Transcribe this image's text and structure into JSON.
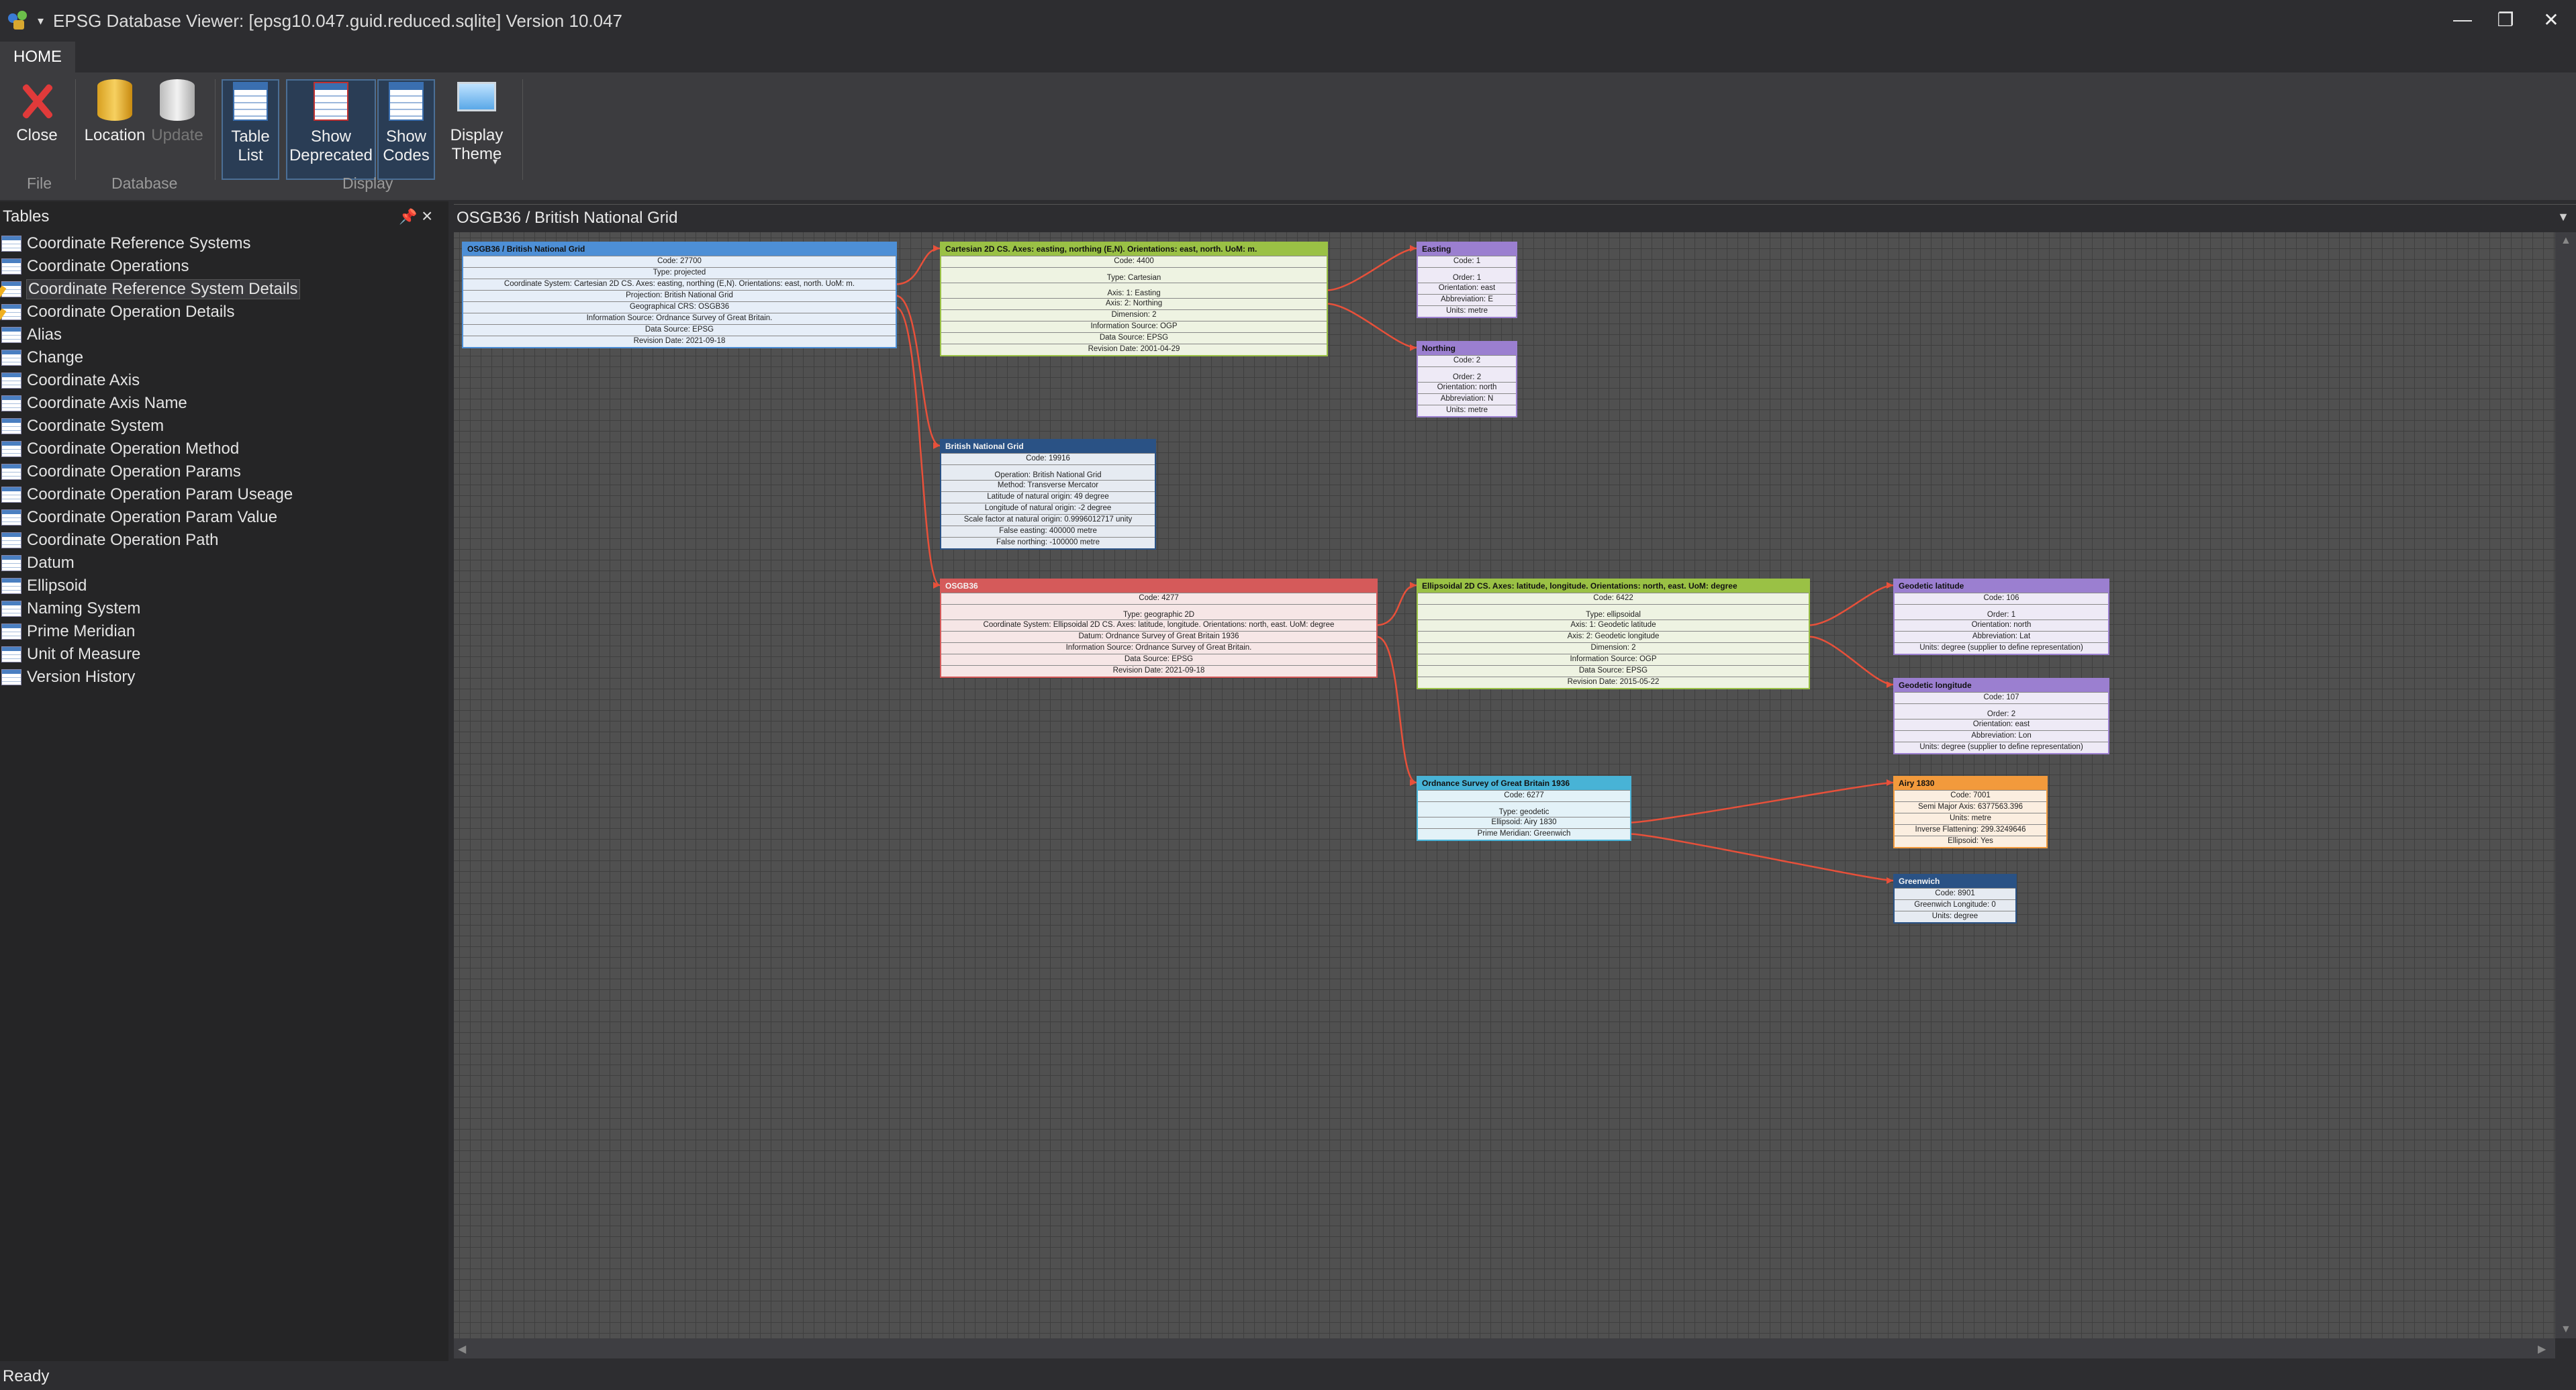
{
  "window": {
    "title": "EPSG Database Viewer: [epsg10.047.guid.reduced.sqlite] Version 10.047",
    "minimize": "—",
    "restore": "❐",
    "close": "✕"
  },
  "ribbon": {
    "tab": "HOME",
    "buttons": {
      "close": "Close",
      "location": "Location",
      "update": "Update",
      "table_list_1": "Table",
      "table_list_2": "List",
      "show_deprecated_1": "Show",
      "show_deprecated_2": "Deprecated",
      "show_codes_1": "Show",
      "show_codes_2": "Codes",
      "display_theme_1": "Display",
      "display_theme_2": "Theme"
    },
    "groups": {
      "file": "File",
      "database": "Database",
      "display": "Display"
    }
  },
  "panel": {
    "title": "Tables",
    "items": [
      {
        "label": "Coordinate Reference Systems",
        "icon": "table-icon"
      },
      {
        "label": "Coordinate Operations",
        "icon": "table-icon"
      },
      {
        "label": "Coordinate Reference System Details",
        "icon": "edit-table-icon",
        "selected": true
      },
      {
        "label": "Coordinate Operation Details",
        "icon": "edit-table-icon"
      },
      {
        "label": "Alias",
        "icon": "table-icon"
      },
      {
        "label": "Change",
        "icon": "table-icon"
      },
      {
        "label": "Coordinate Axis",
        "icon": "table-icon"
      },
      {
        "label": "Coordinate Axis Name",
        "icon": "table-icon"
      },
      {
        "label": "Coordinate System",
        "icon": "table-icon"
      },
      {
        "label": "Coordinate Operation Method",
        "icon": "table-icon"
      },
      {
        "label": "Coordinate Operation Params",
        "icon": "table-icon"
      },
      {
        "label": "Coordinate Operation Param Useage",
        "icon": "table-icon"
      },
      {
        "label": "Coordinate Operation Param Value",
        "icon": "table-icon"
      },
      {
        "label": "Coordinate Operation Path",
        "icon": "table-icon"
      },
      {
        "label": "Datum",
        "icon": "table-icon"
      },
      {
        "label": "Ellipsoid",
        "icon": "table-icon"
      },
      {
        "label": "Naming System",
        "icon": "table-icon"
      },
      {
        "label": "Prime Meridian",
        "icon": "table-icon"
      },
      {
        "label": "Unit of Measure",
        "icon": "table-icon"
      },
      {
        "label": "Version History",
        "icon": "table-icon"
      }
    ]
  },
  "document": {
    "title": "OSGB36 / British National Grid"
  },
  "status": "Ready",
  "colors": {
    "crs_projected": "#4d8fd6",
    "coord_system": "#9ac145",
    "axis": "#9b7fd0",
    "operation": "#2a5285",
    "crs_geographic": "#d55a5a",
    "datum": "#48b3d6",
    "ellipsoid": "#f29a3c",
    "link": "#e8503a"
  },
  "diagram": {
    "boxes": [
      {
        "color": "blue",
        "title": "OSGB36 / British National Grid",
        "rows": [
          "Code: 27700",
          "Type: projected",
          "Coordinate System: Cartesian 2D CS. Axes: easting, northing (E,N). Orientations: east, north. UoM: m.",
          "Projection: British National Grid",
          "Geographical CRS: OSGB36",
          "Information Source: Ordnance Survey of Great Britain.",
          "Data Source: EPSG",
          "Revision Date: 2021-09-18"
        ]
      },
      {
        "color": "green",
        "title": "Cartesian 2D CS. Axes: easting, northing (E,N). Orientations: east, north. UoM: m.",
        "rows": [
          "Code: 4400",
          "Type: Cartesian",
          "Axis: 1: Easting",
          "Axis: 2: Northing",
          "Dimension: 2",
          "Information Source: OGP",
          "Data Source: EPSG",
          "Revision Date: 2001-04-29"
        ]
      },
      {
        "color": "purple",
        "title": "Easting",
        "rows": [
          "Code: 1",
          "Order: 1",
          "Orientation: east",
          "Abbreviation: E",
          "Units: metre"
        ]
      },
      {
        "color": "purple",
        "title": "Northing",
        "rows": [
          "Code: 2",
          "Order: 2",
          "Orientation: north",
          "Abbreviation: N",
          "Units: metre"
        ]
      },
      {
        "color": "navy",
        "title": "British National Grid",
        "rows": [
          "Code: 19916",
          "Operation: British National Grid",
          "Method: Transverse Mercator",
          "Latitude of natural origin: 49 degree",
          "Longitude of natural origin: -2 degree",
          "Scale factor at natural origin: 0.9996012717 unity",
          "False easting: 400000 metre",
          "False northing: -100000 metre"
        ]
      },
      {
        "color": "red",
        "title": "OSGB36",
        "rows": [
          "Code: 4277",
          "Type: geographic 2D",
          "Coordinate System: Ellipsoidal 2D CS. Axes: latitude, longitude. Orientations: north, east. UoM: degree",
          "Datum: Ordnance Survey of Great Britain 1936",
          "Information Source: Ordnance Survey of Great Britain.",
          "Data Source: EPSG",
          "Revision Date: 2021-09-18"
        ]
      },
      {
        "color": "green",
        "title": "Ellipsoidal 2D CS. Axes: latitude, longitude. Orientations: north, east. UoM: degree",
        "rows": [
          "Code: 6422",
          "Type: ellipsoidal",
          "Axis: 1: Geodetic latitude",
          "Axis: 2: Geodetic longitude",
          "Dimension: 2",
          "Information Source: OGP",
          "Data Source: EPSG",
          "Revision Date: 2015-05-22"
        ]
      },
      {
        "color": "purple",
        "title": "Geodetic latitude",
        "rows": [
          "Code: 106",
          "Order: 1",
          "Orientation: north",
          "Abbreviation: Lat",
          "Units: degree (supplier to define representation)"
        ]
      },
      {
        "color": "purple",
        "title": "Geodetic longitude",
        "rows": [
          "Code: 107",
          "Order: 2",
          "Orientation: east",
          "Abbreviation: Lon",
          "Units: degree (supplier to define representation)"
        ]
      },
      {
        "color": "teal",
        "title": "Ordnance Survey of Great Britain 1936",
        "rows": [
          "Code: 6277",
          "Type: geodetic",
          "Ellipsoid: Airy 1830",
          "Prime Meridian: Greenwich"
        ]
      },
      {
        "color": "orange",
        "title": "Airy 1830",
        "rows": [
          "Code: 7001",
          "Semi Major Axis: 6377563.396",
          "Units: metre",
          "Inverse Flattening: 299.3249646",
          "Ellipsoid: Yes"
        ]
      },
      {
        "color": "navy",
        "title": "Greenwich",
        "rows": [
          "Code: 8901",
          "Greenwich Longitude: 0",
          "Units: degree"
        ]
      }
    ]
  }
}
